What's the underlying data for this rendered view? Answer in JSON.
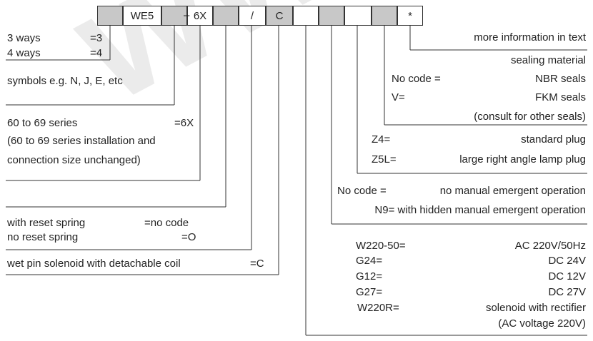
{
  "watermark": "www.h",
  "code_boxes": [
    {
      "label": "",
      "shade": "grey"
    },
    {
      "label": "WE5",
      "shade": "white"
    },
    {
      "label": "",
      "shade": "grey"
    },
    {
      "label": "6X",
      "shade": "white"
    },
    {
      "label": "",
      "shade": "grey"
    },
    {
      "label": "/",
      "shade": "white"
    },
    {
      "label": "C",
      "shade": "grey"
    },
    {
      "label": "",
      "shade": "white"
    },
    {
      "label": "",
      "shade": "grey"
    },
    {
      "label": "",
      "shade": "white"
    },
    {
      "label": "",
      "shade": "grey"
    },
    {
      "label": "*",
      "shade": "white"
    }
  ],
  "dash": "–",
  "ways": {
    "three": "3 ways",
    "three_code": "=3",
    "four": "4 ways",
    "four_code": "=4"
  },
  "symbols": "symbols e.g. N, J, E, etc",
  "series": {
    "line1": "60 to 69 series",
    "code": "=6X",
    "line2": "(60 to 69 series installation and",
    "line3": "connection size unchanged)"
  },
  "spring": {
    "with": "with reset spring",
    "with_code": "=no code",
    "without": "no reset spring",
    "without_code": "=O"
  },
  "solenoid": {
    "text": "wet pin solenoid with detachable coil",
    "code": "=C"
  },
  "more_info": "more information in text",
  "sealing": {
    "title": "sealing material",
    "nocode": "No code =",
    "nbr": "NBR seals",
    "v": "V=",
    "fkm": "FKM seals",
    "consult": "(consult for other seals)"
  },
  "plug": {
    "z4": "Z4=",
    "z4_desc": "standard plug",
    "z5l": "Z5L=",
    "z5l_desc": "large right angle lamp plug"
  },
  "manual": {
    "nocode": "No code =",
    "nocode_desc": "no manual emergent operation",
    "n9": "N9= with hidden manual emergent operation"
  },
  "voltage": [
    {
      "code": "W220-50=",
      "desc": "AC 220V/50Hz"
    },
    {
      "code": "G24=",
      "desc": "DC 24V"
    },
    {
      "code": "G12=",
      "desc": "DC 12V"
    },
    {
      "code": "G27=",
      "desc": "DC 27V"
    },
    {
      "code": "W220R=",
      "desc": "solenoid with rectifier"
    }
  ],
  "voltage_note": "(AC voltage 220V)"
}
